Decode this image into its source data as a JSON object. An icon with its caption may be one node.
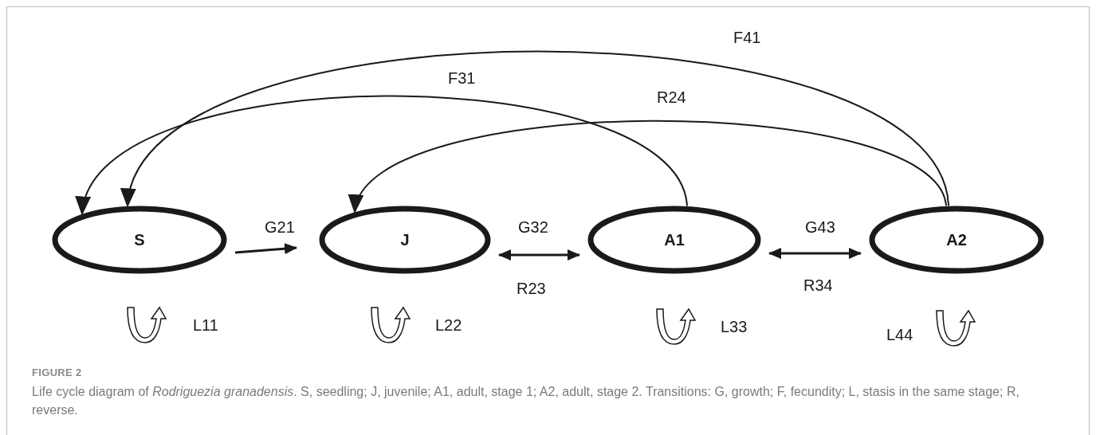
{
  "diagram": {
    "title": "FIGURE 2",
    "caption": "Life cycle diagram of *Rodriguezia granadensis*. S, seedling; J, juvenile; A1, adult, stage 1; A2, adult, stage 2. Transitions: G, growth; F, fecundity; L, stasis in the same stage; R, reverse.",
    "nodes": [
      {
        "text": [
          "S"
        ]
      },
      {
        "text": [
          "J"
        ]
      },
      {
        "text": [
          "A1"
        ]
      },
      {
        "text": [
          "A2"
        ]
      }
    ],
    "edges": [
      {
        "from": 0,
        "to": 1,
        "arrow": "to",
        "label": "G21"
      },
      {
        "from": 1,
        "to": 2,
        "arrow": "both",
        "label": "G32"
      },
      {
        "from": 2,
        "to": 3,
        "arrow": "both",
        "label": "G43"
      },
      {
        "from": 2,
        "to": 0,
        "arrow": "to",
        "label": "F31"
      },
      {
        "from": 3,
        "to": 0,
        "arrow": "to",
        "label": "F41"
      },
      {
        "from": 3,
        "to": 1,
        "arrow": "to",
        "label": "R24"
      },
      {
        "from": 0,
        "to": 0,
        "arrow": "to",
        "label": "L11"
      },
      {
        "from": 1,
        "to": 1,
        "arrow": "to",
        "label": "L22"
      },
      {
        "from": 2,
        "to": 2,
        "arrow": "to",
        "label": "L33"
      },
      {
        "from": 3,
        "to": 3,
        "arrow": "to",
        "label": "L44"
      }
    ],
    "labels": [
      "R23",
      "R34"
    ]
  }
}
